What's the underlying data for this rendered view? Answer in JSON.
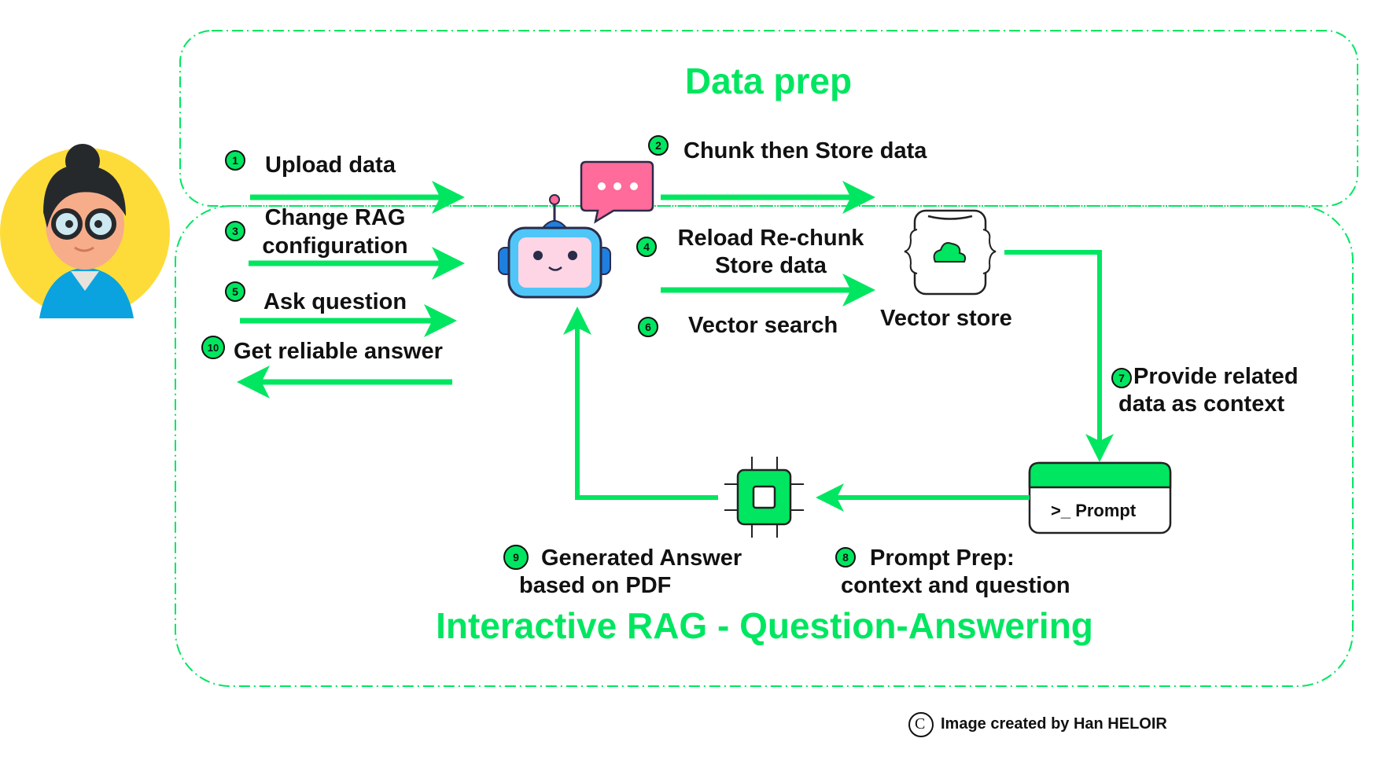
{
  "titles": {
    "data_prep": "Data prep",
    "interactive": "Interactive RAG - Question-Answering"
  },
  "steps": [
    {
      "num": "1",
      "label": "Upload data"
    },
    {
      "num": "2",
      "label": "Chunk then Store data"
    },
    {
      "num": "3",
      "line1": "Change RAG",
      "line2": "configuration"
    },
    {
      "num": "4",
      "line1": "Reload Re-chunk",
      "line2": "Store data"
    },
    {
      "num": "5",
      "label": "Ask question"
    },
    {
      "num": "6",
      "label": "Vector search"
    },
    {
      "num": "7",
      "line1": "Provide related",
      "line2": "data as context"
    },
    {
      "num": "8",
      "line1": "Prompt Prep:",
      "line2": "context and question"
    },
    {
      "num": "9",
      "line1": "Generated Answer",
      "line2": "based on PDF"
    },
    {
      "num": "10",
      "label": "Get reliable answer"
    }
  ],
  "nodes": {
    "vector_store": "Vector store",
    "prompt": ">_ Prompt"
  },
  "credit": {
    "symbol": "C",
    "text": "Image created by Han HELOIR"
  },
  "colors": {
    "accent": "#00e660",
    "text": "#111111",
    "avatar_bg": "#fddc3a",
    "bubble": "#ff6b9a"
  }
}
